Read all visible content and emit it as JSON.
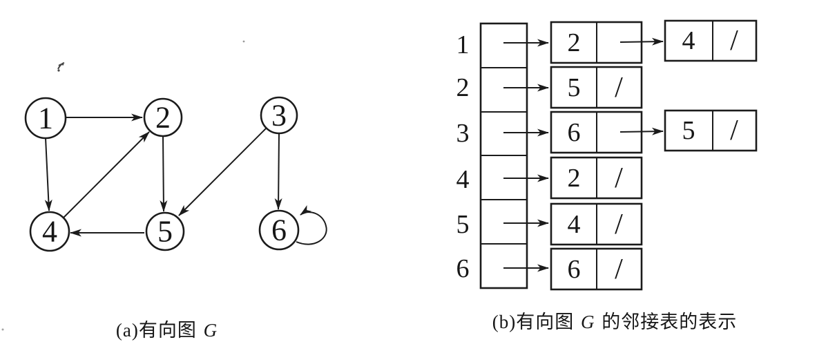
{
  "panel_a": {
    "caption": {
      "prefix": "(a)有向图 ",
      "math": "G"
    },
    "nodes": [
      {
        "label": "1"
      },
      {
        "label": "2"
      },
      {
        "label": "3"
      },
      {
        "label": "4"
      },
      {
        "label": "5"
      },
      {
        "label": "6"
      }
    ],
    "edges": [
      {
        "from": "1",
        "to": "2"
      },
      {
        "from": "1",
        "to": "4"
      },
      {
        "from": "2",
        "to": "5"
      },
      {
        "from": "3",
        "to": "5"
      },
      {
        "from": "3",
        "to": "6"
      },
      {
        "from": "4",
        "to": "2"
      },
      {
        "from": "5",
        "to": "4"
      },
      {
        "from": "6",
        "to": "6"
      }
    ]
  },
  "panel_b": {
    "caption": {
      "prefix": "(b)有向图 ",
      "math": "G",
      "suffix": " 的邻接表的表示"
    },
    "null_symbol": "/",
    "rows": [
      {
        "label": "1",
        "nodes": [
          {
            "data": "2",
            "next": "pointer"
          },
          {
            "data": "4",
            "next": "null"
          }
        ]
      },
      {
        "label": "2",
        "nodes": [
          {
            "data": "5",
            "next": "null"
          }
        ]
      },
      {
        "label": "3",
        "nodes": [
          {
            "data": "6",
            "next": "pointer"
          },
          {
            "data": "5",
            "next": "null"
          }
        ]
      },
      {
        "label": "4",
        "nodes": [
          {
            "data": "2",
            "next": "null"
          }
        ]
      },
      {
        "label": "5",
        "nodes": [
          {
            "data": "4",
            "next": "null"
          }
        ]
      },
      {
        "label": "6",
        "nodes": [
          {
            "data": "6",
            "next": "null"
          }
        ]
      }
    ]
  }
}
